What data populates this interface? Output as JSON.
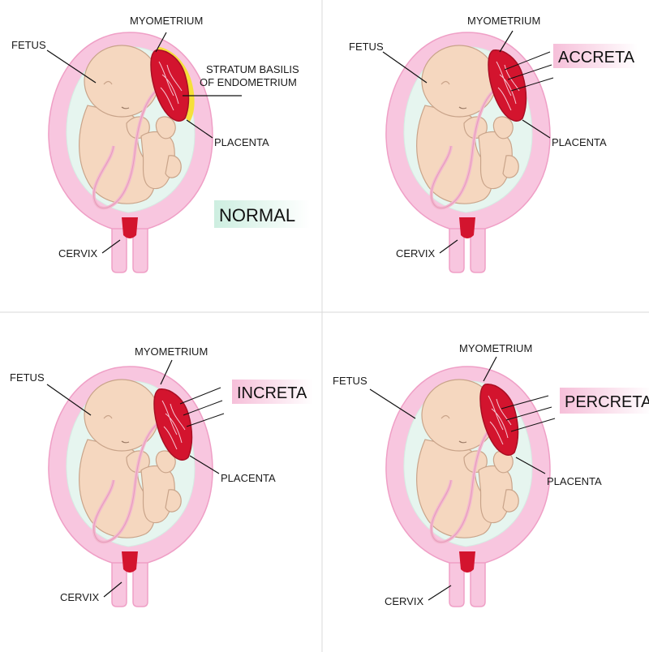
{
  "colors": {
    "uterus_wall": "#f8c6df",
    "uterus_edge": "#ef9fc6",
    "amniotic": "#e6f5ef",
    "fetus_skin": "#f5d7bf",
    "fetus_line": "#c9a48a",
    "placenta": "#d3142e",
    "placenta_dark": "#a80f24",
    "vessel": "#f3b8cf",
    "basalis": "#f6e03a",
    "normal_bg": "#dff3ea",
    "abnormal_bg": "#f9d1e3"
  },
  "panels": [
    {
      "id": "normal",
      "title": "NORMAL",
      "labels": {
        "fetus": "FETUS",
        "myometrium": "MYOMETRIUM",
        "placenta": "PLACENTA",
        "cervix": "CERVIX",
        "basalis_line1": "STRATUM BASILIS",
        "basalis_line2": "OF ENDOMETRIUM"
      }
    },
    {
      "id": "accreta",
      "title": "ACCRETA",
      "labels": {
        "fetus": "FETUS",
        "myometrium": "MYOMETRIUM",
        "placenta": "PLACENTA",
        "cervix": "CERVIX"
      }
    },
    {
      "id": "increta",
      "title": "INCRETA",
      "labels": {
        "fetus": "FETUS",
        "myometrium": "MYOMETRIUM",
        "placenta": "PLACENTA",
        "cervix": "CERVIX"
      }
    },
    {
      "id": "percreta",
      "title": "PERCRETA",
      "labels": {
        "fetus": "FETUS",
        "myometrium": "MYOMETRIUM",
        "placenta": "PLACENTA",
        "cervix": "CERVIX"
      }
    }
  ]
}
